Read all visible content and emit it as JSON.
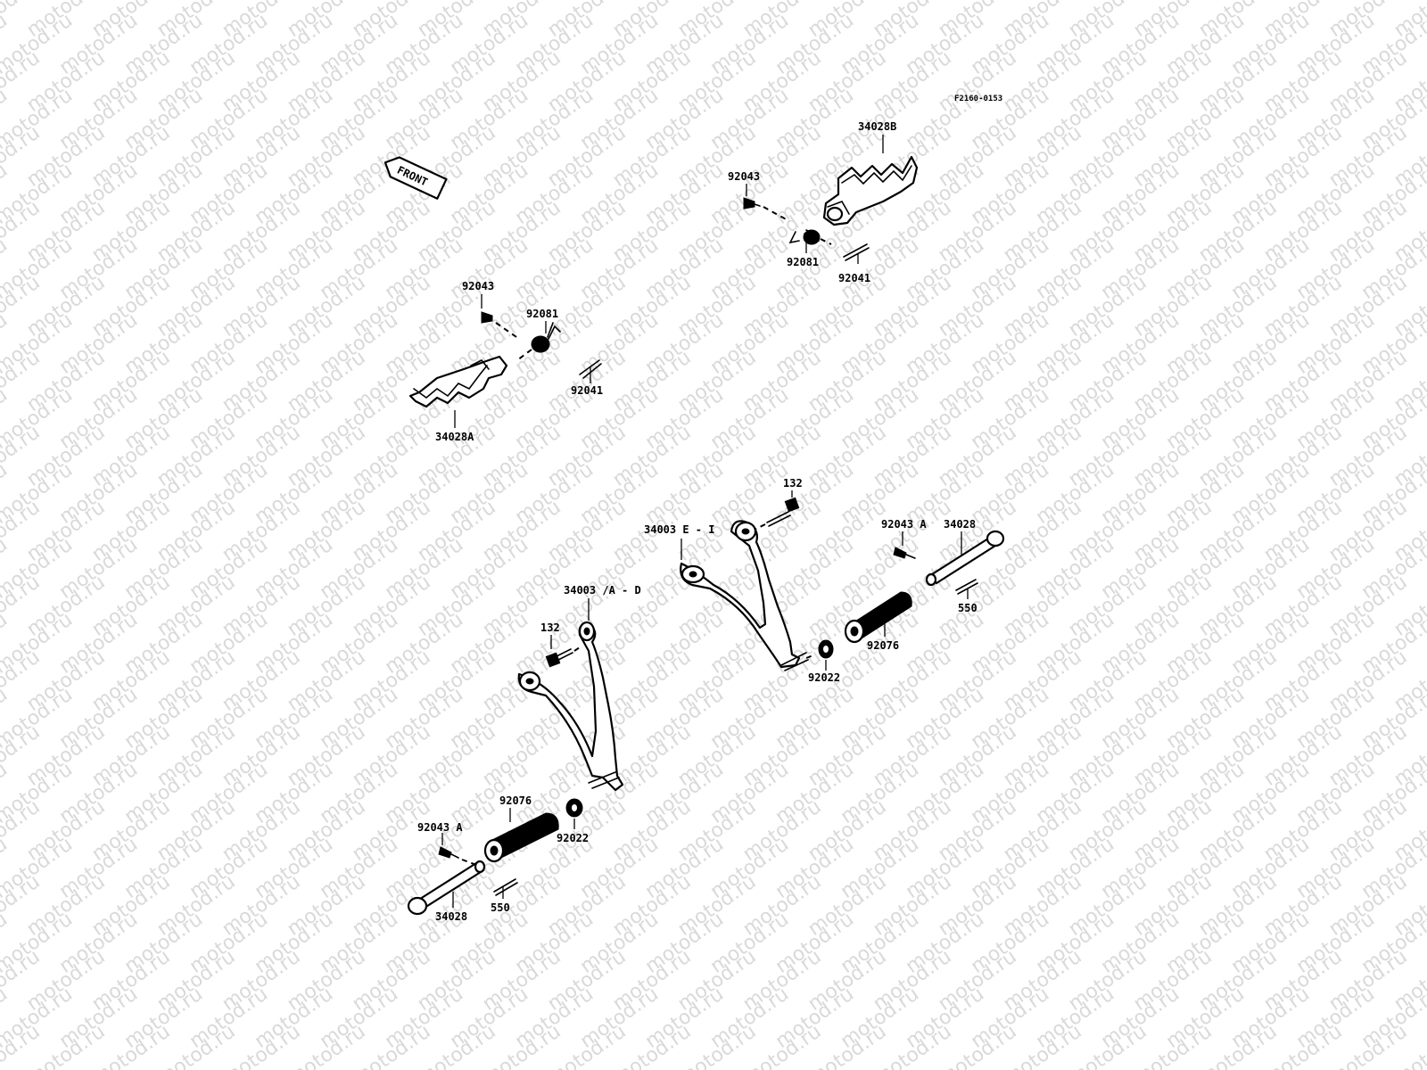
{
  "drawing_code": "F2160-0153",
  "watermark_text": "motod.ru",
  "front_arrow_label": "FRONT",
  "labels": {
    "p34028B": "34028B",
    "p92043_upper_right": "92043",
    "p92081_upper_right": "92081",
    "p92041_upper_right": "92041",
    "p92043_upper_left": "92043",
    "p92081_upper_left": "92081",
    "p92041_upper_left": "92041",
    "p34028A": "34028A",
    "p132_right": "132",
    "p34003E": "34003 E - I",
    "p92043A_right": "92043 A",
    "p34028_right": "34028",
    "p550_right": "550",
    "p92076_right": "92076",
    "p92022_right": "92022",
    "p34003A": "34003 /A - D",
    "p132_left": "132",
    "p92076_left": "92076",
    "p92022_left": "92022",
    "p92043A_left": "92043 A",
    "p34028_left": "34028",
    "p550_left": "550"
  },
  "colors": {
    "ink": "#000000",
    "paper": "#ffffff",
    "watermark": "#d9d9d9"
  }
}
